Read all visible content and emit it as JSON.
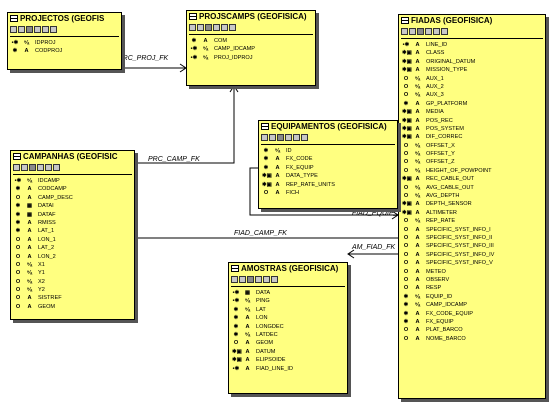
{
  "entities": {
    "projectos": {
      "title": "PROJECTOS (GEOFIS",
      "fields": [
        {
          "key": "•✱",
          "type": "⁹⁄ₐ",
          "name": "IDPROJ"
        },
        {
          "key": "✱",
          "type": "A",
          "name": "CODPROJ"
        }
      ]
    },
    "projscamps": {
      "title": "PROJSCAMPS (GEOFISICA)",
      "fields": [
        {
          "key": "✱",
          "type": "A",
          "name": "COM"
        },
        {
          "key": "•✱",
          "type": "⁹⁄ₐ",
          "name": "CAMP_IDCAMP"
        },
        {
          "key": "•✱",
          "type": "⁹⁄ₐ",
          "name": "PROJ_IDPROJ"
        }
      ]
    },
    "fiadas": {
      "title": "FIADAS (GEOFISICA)",
      "fields": [
        {
          "key": "•✱",
          "type": "A",
          "name": "LINE_ID"
        },
        {
          "key": "✱▣",
          "type": "A",
          "name": "CLASS"
        },
        {
          "key": "✱▣",
          "type": "A",
          "name": "ORIGINAL_DATUM"
        },
        {
          "key": "✱▣",
          "type": "A",
          "name": "MISSION_TYPE"
        },
        {
          "key": "O",
          "type": "⁹⁄ₐ",
          "name": "AUX_1"
        },
        {
          "key": "O",
          "type": "⁹⁄ₐ",
          "name": "AUX_2"
        },
        {
          "key": "O",
          "type": "⁹⁄ₐ",
          "name": "AUX_3"
        },
        {
          "key": "✱",
          "type": "A",
          "name": "GP_PLATFORM"
        },
        {
          "key": "✱▣",
          "type": "A",
          "name": "MEDIA"
        },
        {
          "key": "✱▣",
          "type": "A",
          "name": "POS_REC"
        },
        {
          "key": "✱▣",
          "type": "A",
          "name": "POS_SYSTEM"
        },
        {
          "key": "✱▣",
          "type": "A",
          "name": "DIF_CORREC"
        },
        {
          "key": "O",
          "type": "⁹⁄ₐ",
          "name": "OFFSET_X"
        },
        {
          "key": "O",
          "type": "⁹⁄ₐ",
          "name": "OFFSET_Y"
        },
        {
          "key": "O",
          "type": "⁹⁄ₐ",
          "name": "OFFSET_Z"
        },
        {
          "key": "O",
          "type": "⁹⁄ₐ",
          "name": "HEIGHT_OF_POWPOINT"
        },
        {
          "key": "✱▣",
          "type": "A",
          "name": "REC_CABLE_OUT"
        },
        {
          "key": "O",
          "type": "⁹⁄ₐ",
          "name": "AVG_CABLE_OUT"
        },
        {
          "key": "O",
          "type": "⁹⁄ₐ",
          "name": "AVG_DEPTH"
        },
        {
          "key": "✱▣",
          "type": "A",
          "name": "DEPTH_SENSOR"
        },
        {
          "key": "✱▣",
          "type": "A",
          "name": "ALTIMETER"
        },
        {
          "key": "O",
          "type": "⁹⁄ₐ",
          "name": "REP_RATE"
        },
        {
          "key": "O",
          "type": "A",
          "name": "SPECIFIC_SYST_INFO_I"
        },
        {
          "key": "O",
          "type": "A",
          "name": "SPECIFIC_SYST_INFO_II"
        },
        {
          "key": "O",
          "type": "A",
          "name": "SPECIFIC_SYST_INFO_III"
        },
        {
          "key": "O",
          "type": "A",
          "name": "SPECIFIC_SYST_INFO_IV"
        },
        {
          "key": "O",
          "type": "A",
          "name": "SPECIFIC_SYST_INFO_V"
        },
        {
          "key": "O",
          "type": "A",
          "name": "METEO"
        },
        {
          "key": "O",
          "type": "A",
          "name": "OBSERV"
        },
        {
          "key": "O",
          "type": "A",
          "name": "RESP"
        },
        {
          "key": "✱",
          "type": "⁹⁄ₐ",
          "name": "EQUIP_ID"
        },
        {
          "key": "✱",
          "type": "⁹⁄ₐ",
          "name": "CAMP_IDCAMP"
        },
        {
          "key": "✱",
          "type": "A",
          "name": "FX_CODE_EQUIP"
        },
        {
          "key": "✱",
          "type": "A",
          "name": "FX_EQUIP"
        },
        {
          "key": "O",
          "type": "A",
          "name": "PLAT_BARCO"
        },
        {
          "key": "O",
          "type": "A",
          "name": "NOME_BARCO"
        }
      ]
    },
    "equipamentos": {
      "title": "EQUIPAMENTOS (GEOFISICA)",
      "fields": [
        {
          "key": "✱",
          "type": "⁹⁄ₐ",
          "name": "ID"
        },
        {
          "key": "✱",
          "type": "A",
          "name": "FX_CODE"
        },
        {
          "key": "✱",
          "type": "A",
          "name": "FX_EQUIP"
        },
        {
          "key": "✱▣",
          "type": "A",
          "name": "DATA_TYPE"
        },
        {
          "key": "✱▣",
          "type": "A",
          "name": "REP_RATE_UNITS"
        },
        {
          "key": "O",
          "type": "A",
          "name": "FICH"
        }
      ]
    },
    "campanhas": {
      "title": "CAMPANHAS (GEOFISIC",
      "fields": [
        {
          "key": "•✱",
          "type": "⁹⁄ₐ",
          "name": "IDCAMP"
        },
        {
          "key": "✱",
          "type": "A",
          "name": "CODCAMP"
        },
        {
          "key": "O",
          "type": "A",
          "name": "CAMP_DESC"
        },
        {
          "key": "✱",
          "type": "▦",
          "name": "DATAI"
        },
        {
          "key": "✱",
          "type": "▦",
          "name": "DATAF"
        },
        {
          "key": "✱",
          "type": "A",
          "name": "RMISS"
        },
        {
          "key": "✱",
          "type": "A",
          "name": "LAT_1"
        },
        {
          "key": "O",
          "type": "A",
          "name": "LON_1"
        },
        {
          "key": "O",
          "type": "A",
          "name": "LAT_2"
        },
        {
          "key": "O",
          "type": "A",
          "name": "LON_2"
        },
        {
          "key": "O",
          "type": "⁹⁄ₐ",
          "name": "X1"
        },
        {
          "key": "O",
          "type": "⁹⁄ₐ",
          "name": "Y1"
        },
        {
          "key": "O",
          "type": "⁹⁄ₐ",
          "name": "X2"
        },
        {
          "key": "O",
          "type": "⁹⁄ₐ",
          "name": "Y2"
        },
        {
          "key": "O",
          "type": "A",
          "name": "SISTREF"
        },
        {
          "key": "O",
          "type": "A",
          "name": "GEOM"
        }
      ]
    },
    "amostras": {
      "title": "AMOSTRAS (GEOFISICA)",
      "fields": [
        {
          "key": "•✱",
          "type": "▦",
          "name": "DATA"
        },
        {
          "key": "•✱",
          "type": "⁹⁄ₐ",
          "name": "PING"
        },
        {
          "key": "✱",
          "type": "⁹⁄ₐ",
          "name": "LAT"
        },
        {
          "key": "✱",
          "type": "A",
          "name": "LON"
        },
        {
          "key": "✱",
          "type": "A",
          "name": "LONGDEC"
        },
        {
          "key": "✱",
          "type": "⁹⁄ₐ",
          "name": "LATDEC"
        },
        {
          "key": "O",
          "type": "A",
          "name": "GEOM"
        },
        {
          "key": "✱▣",
          "type": "A",
          "name": "DATUM"
        },
        {
          "key": "✱▣",
          "type": "A",
          "name": "ELIPSOIDE"
        },
        {
          "key": "•✱",
          "type": "A",
          "name": "FIAD_LINE_ID"
        }
      ]
    }
  },
  "relationships": {
    "prc_proj_fk": "PRC_PROJ_FK",
    "prc_camp_fk": "PRC_CAMP_FK",
    "fiad_camp_fk": "FIAD_CAMP_FK",
    "fiad_equip_fk": "FIAD_EQUIP_FK",
    "am_fiad_fk": "AM_FIAD_FK"
  }
}
